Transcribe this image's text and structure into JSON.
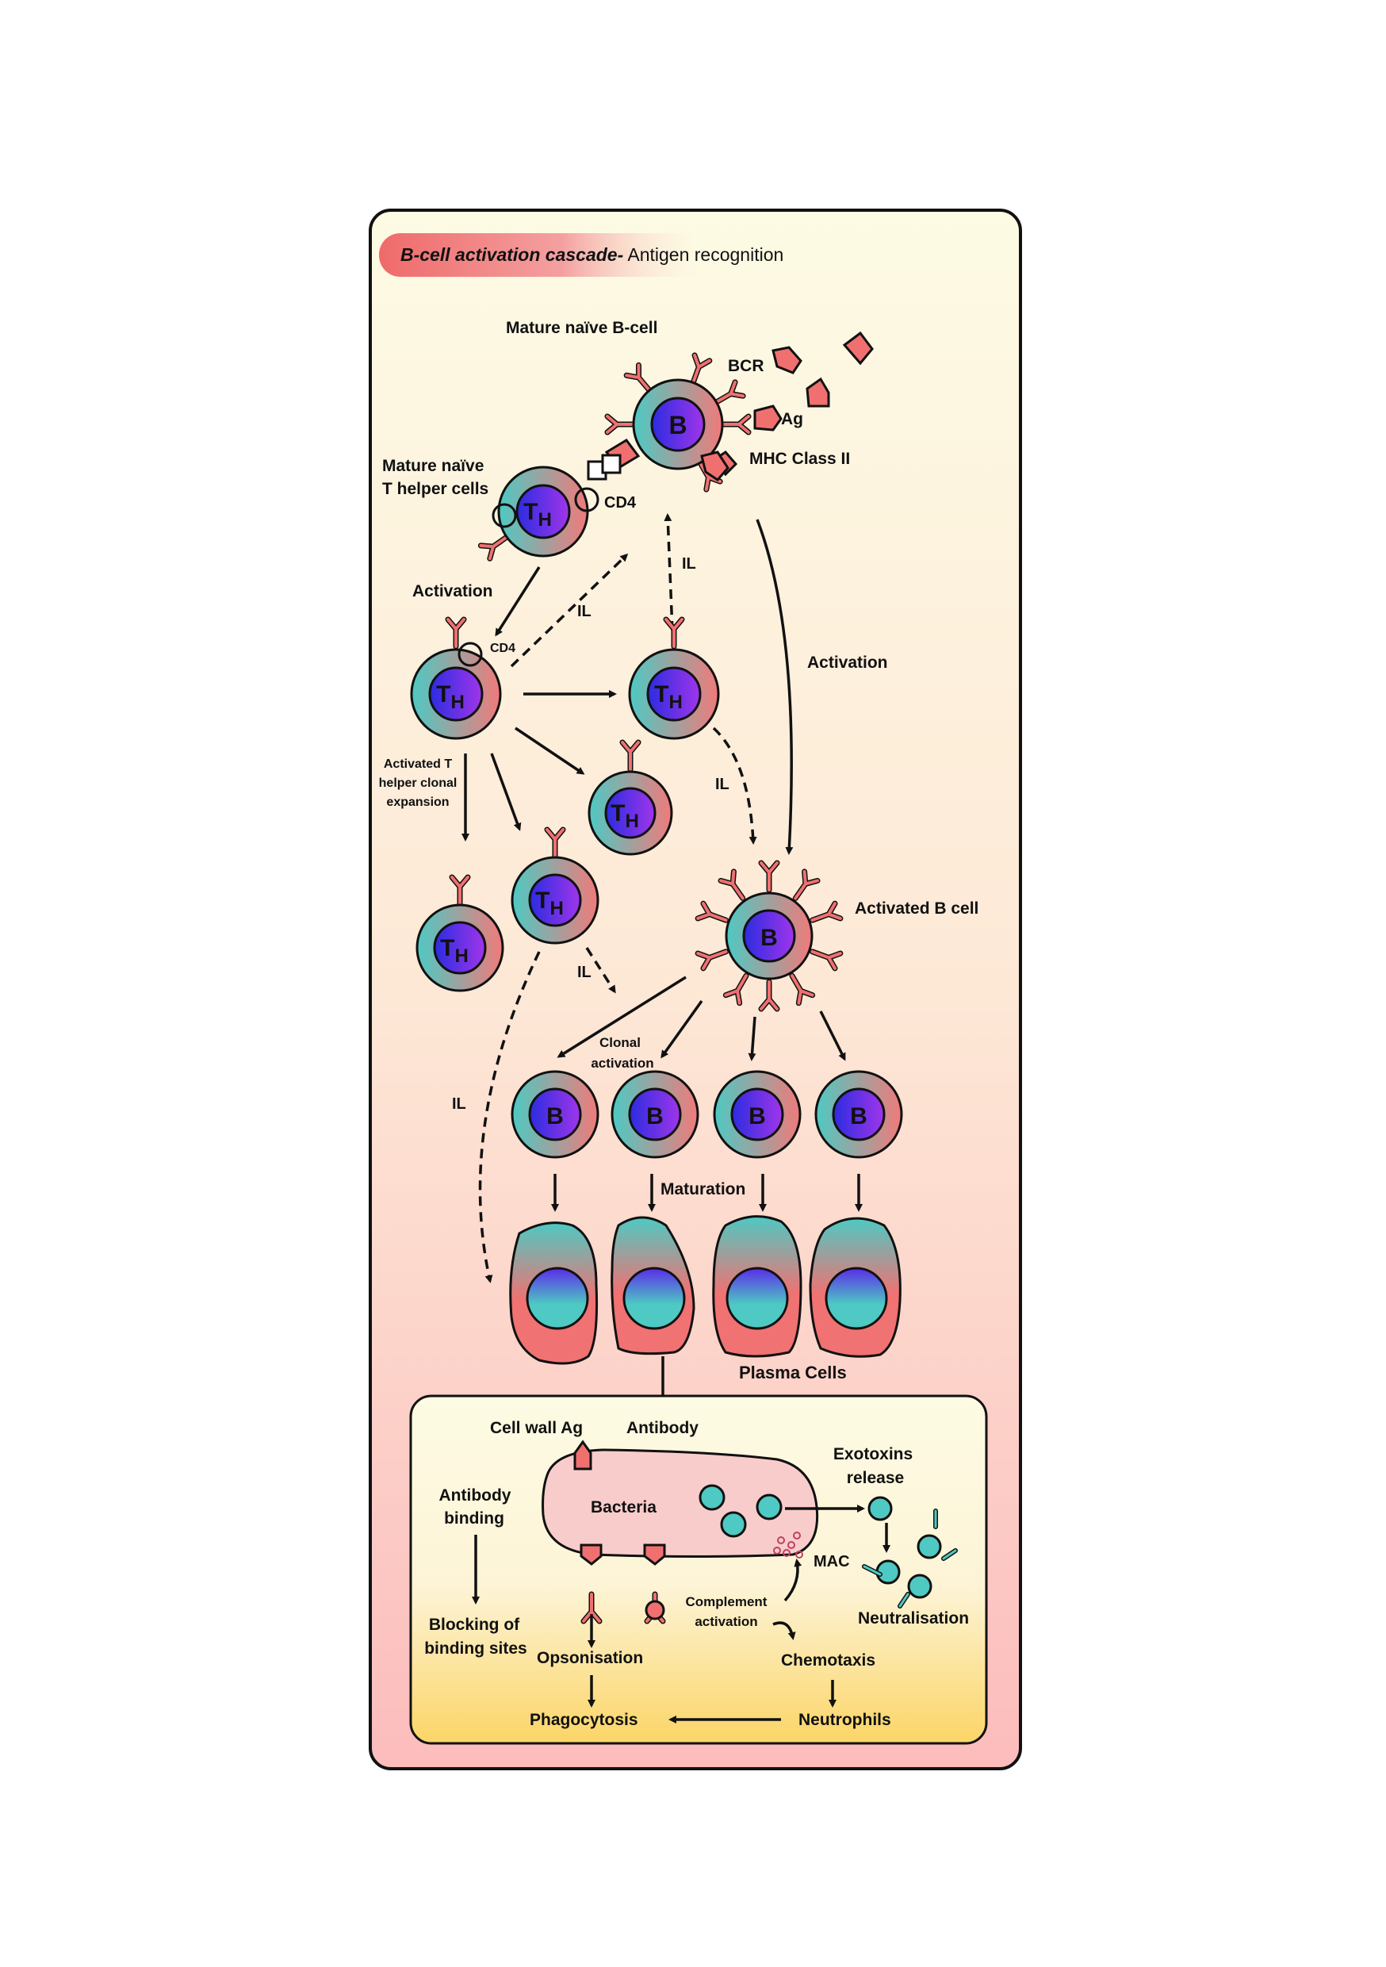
{
  "header": {
    "title_italic": "B-cell activation cascade-",
    "title_rest": " Antigen recognition"
  },
  "cell_letters": {
    "b_cell": "B",
    "t_helper": "T",
    "t_helper_sub": "H"
  },
  "labels": {
    "mature_naive_b_cell": "Mature naïve B-cell",
    "bcr": "BCR",
    "ag": "Ag",
    "mhc_class_ii": "MHC Class II",
    "mature_naive_t_line1": "Mature naïve",
    "mature_naive_t_line2": "T helper cells",
    "cd4_top": "CD4",
    "cd4_small": "CD4",
    "activation_left": "Activation",
    "activation_right": "Activation",
    "il_1": "IL",
    "il_2": "IL",
    "il_3": "IL",
    "il_4": "IL",
    "il_5": "IL",
    "activated_t_line1": "Activated T",
    "activated_t_line2": "helper clonal",
    "activated_t_line3": "expansion",
    "activated_b_cell": "Activated B cell",
    "clonal_line1": "Clonal",
    "clonal_line2": "activation",
    "maturation": "Maturation",
    "plasma_cells": "Plasma Cells"
  },
  "bottom_panel": {
    "cell_wall_ag": "Cell wall Ag",
    "antibody": "Antibody",
    "exotoxins_line1": "Exotoxins",
    "exotoxins_line2": "release",
    "antibody_binding_line1": "Antibody",
    "antibody_binding_line2": "binding",
    "bacteria": "Bacteria",
    "mac": "MAC",
    "neutralisation": "Neutralisation",
    "complement_line1": "Complement",
    "complement_line2": "activation",
    "blocking_line1": "Blocking of",
    "blocking_line2": "binding sites",
    "opsonisation": "Opsonisation",
    "chemotaxis": "Chemotaxis",
    "phagocytosis": "Phagocytosis",
    "neutrophils": "Neutrophils"
  },
  "colors": {
    "cell_teal": "#4ec9c3",
    "cell_salmon": "#f07a7a",
    "nucleus_blue": "#3030e0",
    "nucleus_violet": "#9a30e8",
    "receptor": "#f07070",
    "panel_top": "#fdfbe4",
    "panel_bottom": "#fcbcbc",
    "inner_bottom": "#fbd567"
  }
}
